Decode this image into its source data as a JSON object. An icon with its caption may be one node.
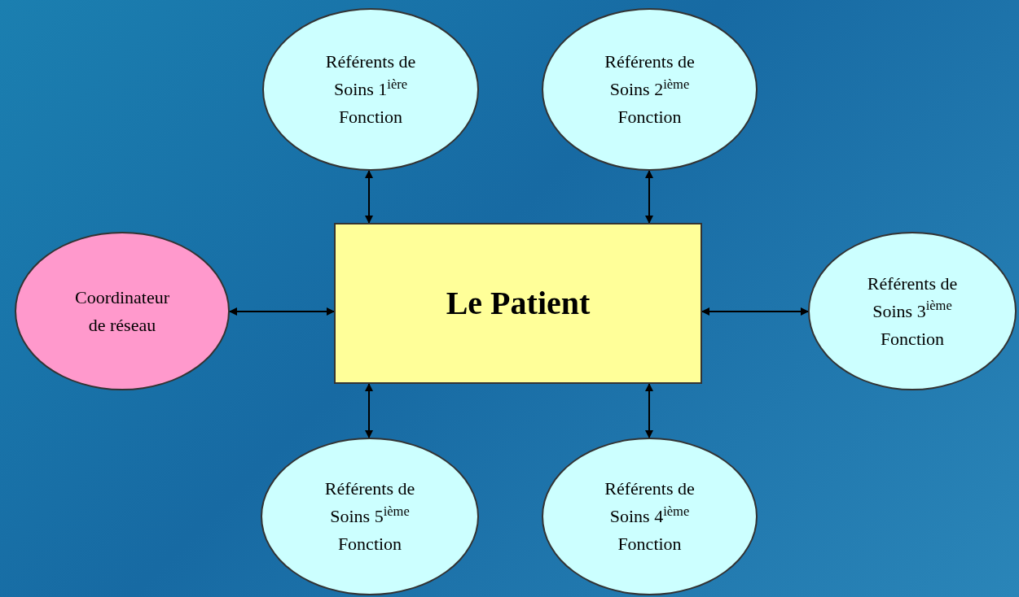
{
  "diagram": {
    "nodes": [
      {
        "text": [
          "Référents de Soins 1$^{ière}$ Fonction"
        ]
      },
      {
        "text": [
          "Référents de Soins 2$^{ième}$ Fonction"
        ]
      },
      {
        "text": [
          "Coordinateur de réseau"
        ]
      },
      {
        "text": [
          "Le Patient"
        ]
      },
      {
        "text": [
          "Référents de Soins 3$^{ième}$ Fonction"
        ]
      },
      {
        "text": [
          "Référents de Soins 5$^{ième}$ Fonction"
        ]
      },
      {
        "text": [
          "Référents de Soins 4$^{ième}$ Fonction"
        ]
      }
    ],
    "edges": [
      {
        "from": 3,
        "to": 0,
        "arrow": "both"
      },
      {
        "from": 3,
        "to": 1,
        "arrow": "both"
      },
      {
        "from": 3,
        "to": 2,
        "arrow": "both"
      },
      {
        "from": 3,
        "to": 4,
        "arrow": "both"
      },
      {
        "from": 3,
        "to": 5,
        "arrow": "both"
      },
      {
        "from": 3,
        "to": 6,
        "arrow": "both"
      }
    ]
  }
}
